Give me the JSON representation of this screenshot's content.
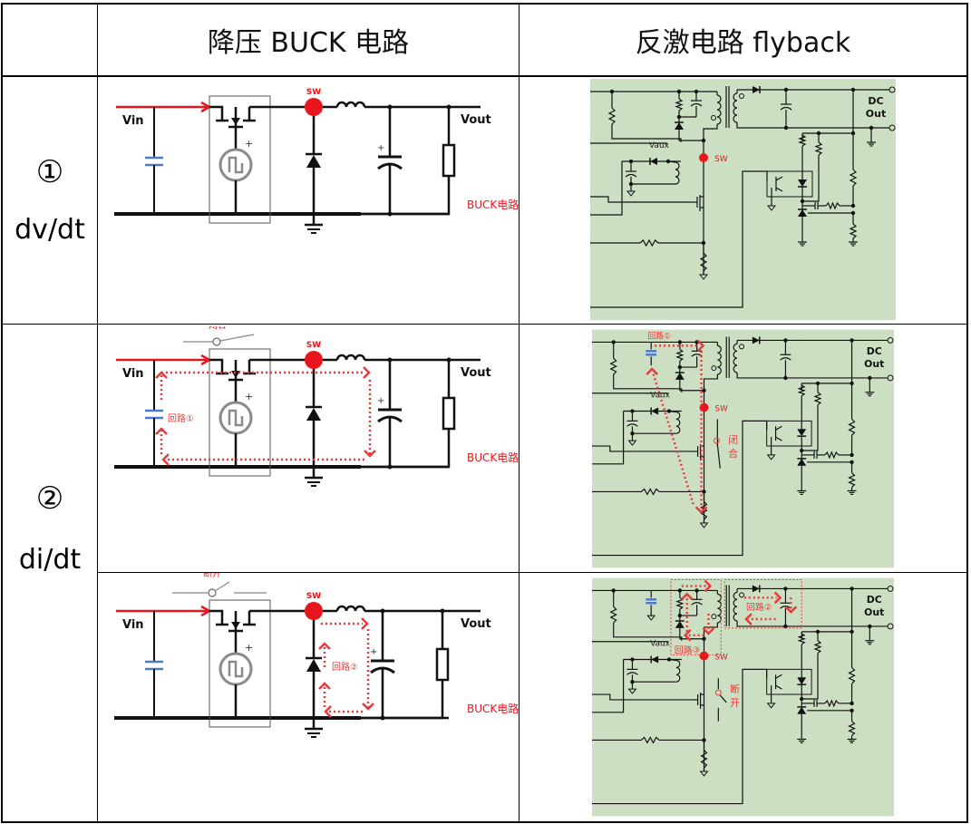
{
  "table": {
    "header": {
      "col_buck": "降压 BUCK 电路",
      "col_flyback": "反激电路 flyback"
    },
    "rows": [
      {
        "number": "①",
        "label": "dv/dt"
      },
      {
        "number": "②",
        "label": "di/dt"
      }
    ]
  },
  "buck": {
    "vin_label": "Vin",
    "vout_label": "Vout",
    "sw_label": "SW",
    "caption": "BUCK电路",
    "switch_closed_label": "闭合",
    "switch_open_label": "断开",
    "loop1_label": "回路①",
    "loop2_label": "回路②",
    "plus_sign": "+"
  },
  "flyback": {
    "dc_label": "DC",
    "out_label": "Out",
    "vaux_label": "Vaux",
    "sw_label": "SW",
    "loop1_label": "回路①",
    "loop2_label": "回路②",
    "loop3_label": "回路③",
    "closed_label_1": "闭",
    "closed_label_2": "合",
    "open_label_1": "断",
    "open_label_2": "开"
  },
  "colors": {
    "accent_red": "#e8161b",
    "loop_red": "#e83a3a",
    "schematic_bg": "#cddfc3",
    "wire": "#111111",
    "cap_blue": "#4a7ac8",
    "source_gray": "#8a8a8a"
  }
}
